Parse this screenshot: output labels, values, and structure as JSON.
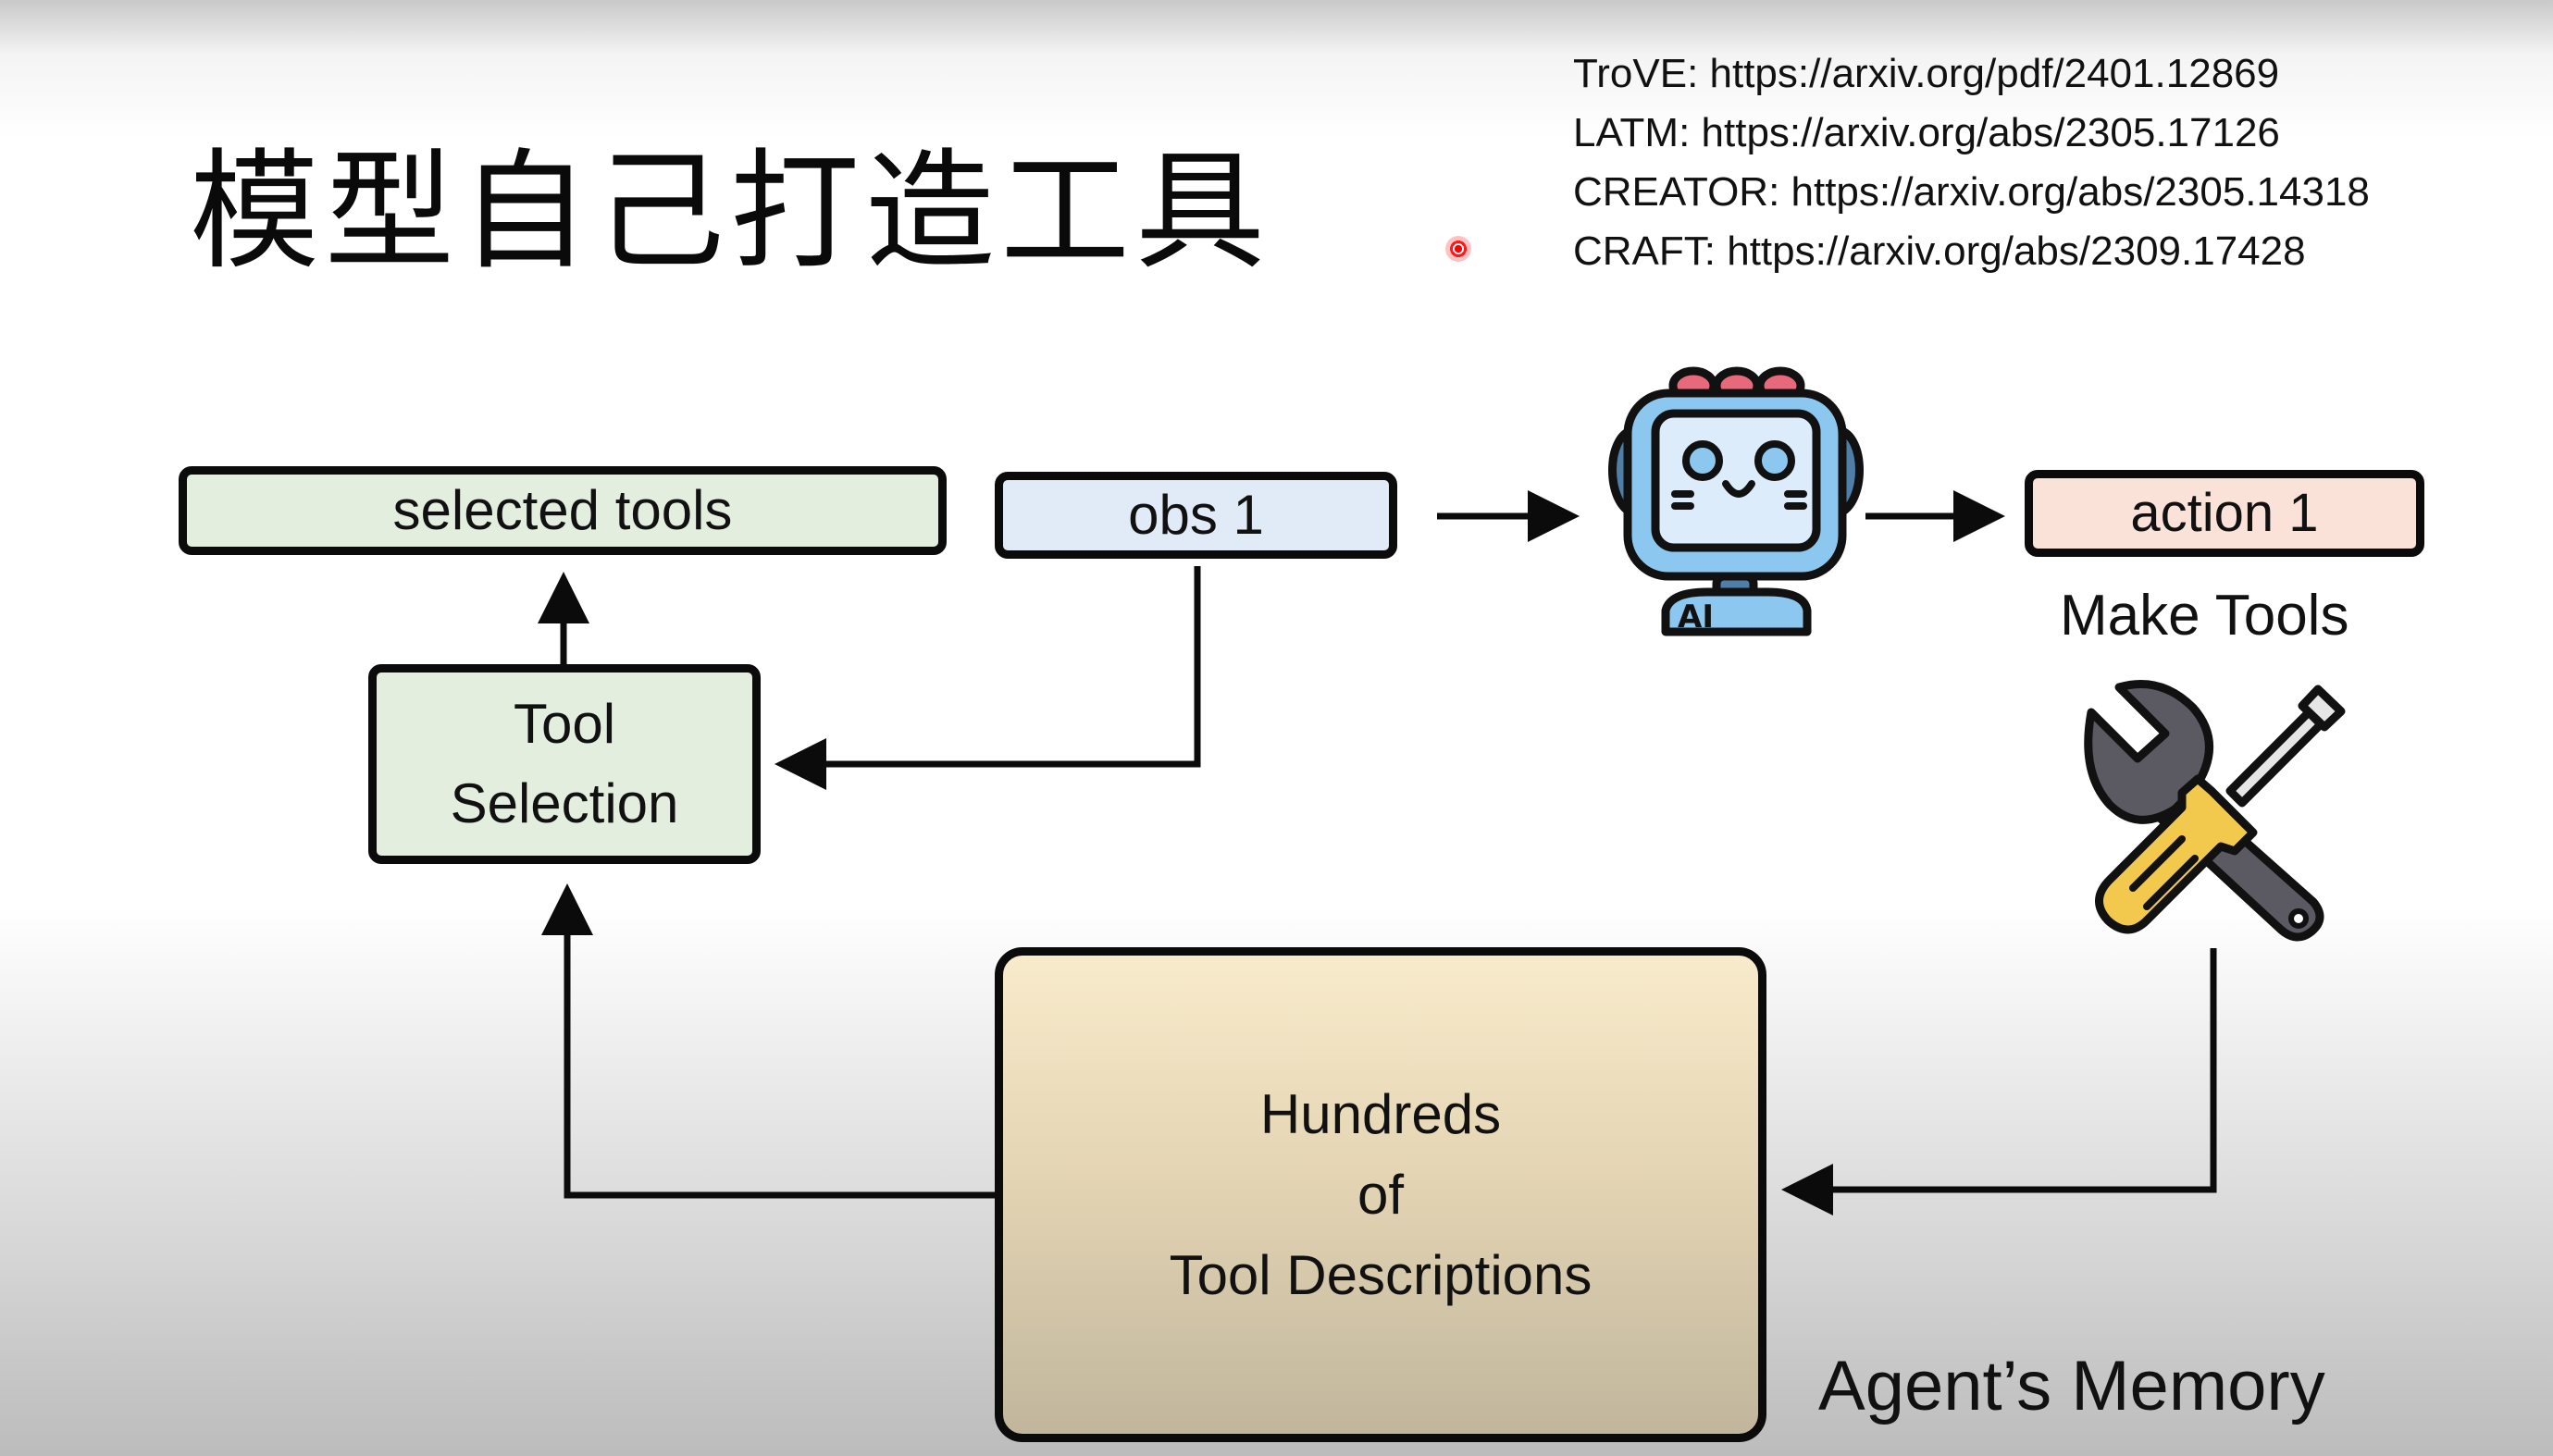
{
  "slide": {
    "title": "模型自己打造工具",
    "references": [
      "TroVE: https://arxiv.org/pdf/2401.12869",
      "LATM: https://arxiv.org/abs/2305.17126",
      "CREATOR: https://arxiv.org/abs/2305.14318",
      "CRAFT: https://arxiv.org/abs/2309.17428"
    ]
  },
  "diagram": {
    "nodes": {
      "selected_tools": "selected tools",
      "obs": "obs 1",
      "tool_selection_line1": "Tool",
      "tool_selection_line2": "Selection",
      "action": "action 1",
      "memory_line1": "Hundreds",
      "memory_line2": "of",
      "memory_line3": "Tool Descriptions"
    },
    "labels": {
      "make_tools": "Make Tools",
      "agents_memory": "Agent’s Memory",
      "robot_badge": "AI"
    },
    "icons": [
      "robot-ai-icon",
      "wrench-screwdriver-icon",
      "laser-pointer-dot"
    ],
    "edges": [
      {
        "from": "obs 1",
        "to": "AI agent"
      },
      {
        "from": "AI agent",
        "to": "action 1"
      },
      {
        "from": "obs 1",
        "to": "Tool Selection"
      },
      {
        "from": "Tool Selection",
        "to": "selected tools"
      },
      {
        "from": "Hundreds of Tool Descriptions",
        "to": "Tool Selection"
      },
      {
        "from": "Make Tools",
        "to": "Hundreds of Tool Descriptions"
      }
    ],
    "colors": {
      "selected_fill": "#e4eedf",
      "obs_fill": "#e1eaf7",
      "action_fill": "#fbe2d8",
      "memory_fill_top": "#f8ebcb",
      "memory_fill_bottom": "#c1b69c",
      "stroke": "#0b0b0b"
    }
  }
}
